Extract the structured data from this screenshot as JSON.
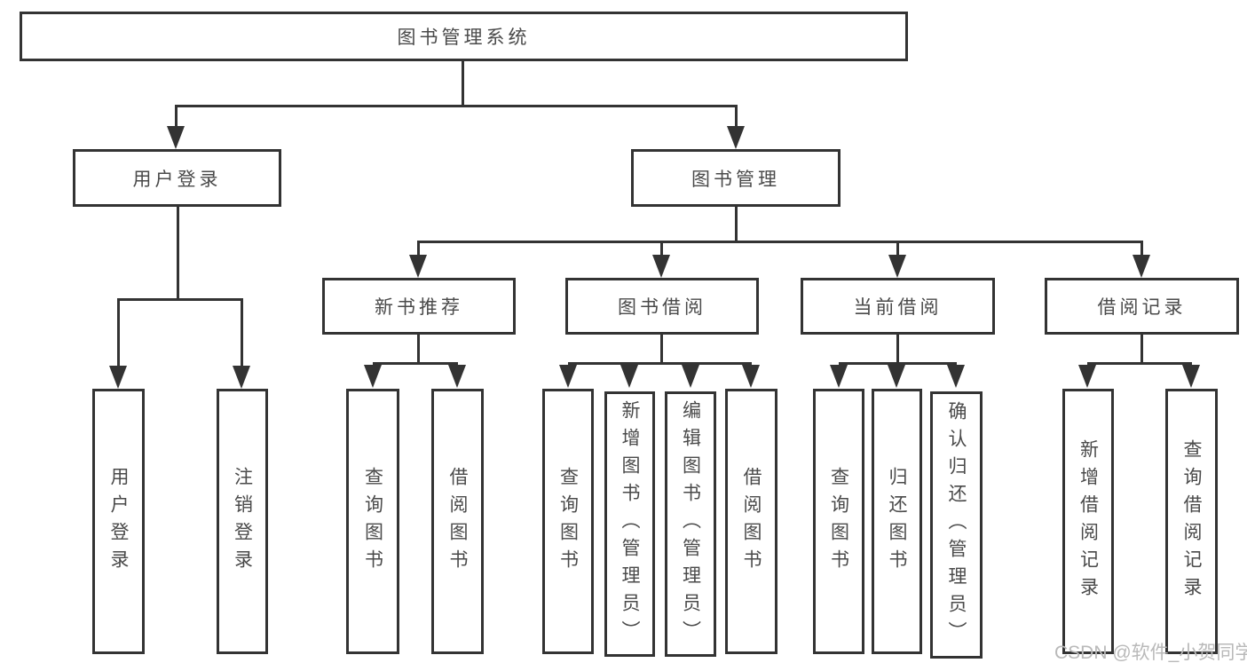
{
  "diagram": {
    "root": {
      "label": "图书管理系统"
    },
    "branches": [
      {
        "label": "用户登录",
        "children": [
          {
            "label": "用户登录"
          },
          {
            "label": "注销登录"
          }
        ]
      },
      {
        "label": "图书管理",
        "groups": [
          {
            "label": "新书推荐",
            "children": [
              {
                "label": "查询图书"
              },
              {
                "label": "借阅图书"
              }
            ]
          },
          {
            "label": "图书借阅",
            "children": [
              {
                "label": "查询图书"
              },
              {
                "label": "新增图书（管理员）"
              },
              {
                "label": "编辑图书（管理员）"
              },
              {
                "label": "借阅图书"
              }
            ]
          },
          {
            "label": "当前借阅",
            "children": [
              {
                "label": "查询图书"
              },
              {
                "label": "归还图书"
              },
              {
                "label": "确认归还（管理员）"
              }
            ]
          },
          {
            "label": "借阅记录",
            "children": [
              {
                "label": "新增借阅记录"
              },
              {
                "label": "查询借阅记录"
              }
            ]
          }
        ]
      }
    ]
  },
  "watermark": {
    "text": "CSDN @软件_小贺同学"
  },
  "colors": {
    "line": "#333333",
    "text": "#4a4a4a",
    "watermark": "#b9b9b9",
    "background": "#ffffff"
  }
}
